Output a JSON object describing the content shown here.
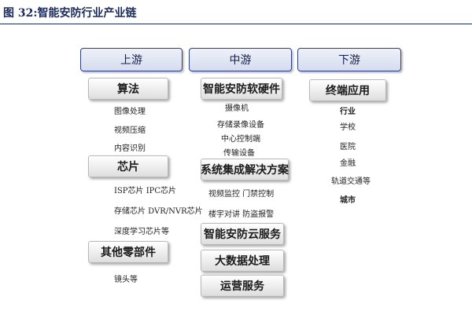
{
  "title": "图 32:智能安防行业产业链",
  "headers": {
    "upstream": "上游",
    "midstream": "中游",
    "downstream": "下游"
  },
  "upstream": {
    "algorithm": {
      "label": "算法",
      "items": [
        "图像处理",
        "视频压缩",
        "内容识别"
      ]
    },
    "chip": {
      "label": "芯片",
      "items": [
        "ISP芯片  IPC芯片",
        "存储芯片 DVR/NVR芯片",
        "深度学习芯片等"
      ]
    },
    "other_parts": {
      "label": "其他零部件",
      "items": [
        "镜头等"
      ]
    }
  },
  "midstream": {
    "hardware": {
      "label": "智能安防软硬件",
      "items": [
        "摄像机",
        "存储录像设备",
        "中心控制端",
        "传输设备"
      ]
    },
    "integration": {
      "label": "系统集成解决方案",
      "items": [
        "视频监控  门禁控制",
        "楼宇对讲  防盗报警"
      ]
    },
    "cloud": {
      "label": "智能安防云服务"
    },
    "bigdata": {
      "label": "大数据处理"
    },
    "operation": {
      "label": "运营服务"
    }
  },
  "downstream": {
    "terminal": {
      "label": "终端应用",
      "items": [
        "行业",
        "学校",
        "医院",
        "金融",
        "轨道交通等",
        "城市"
      ]
    }
  }
}
